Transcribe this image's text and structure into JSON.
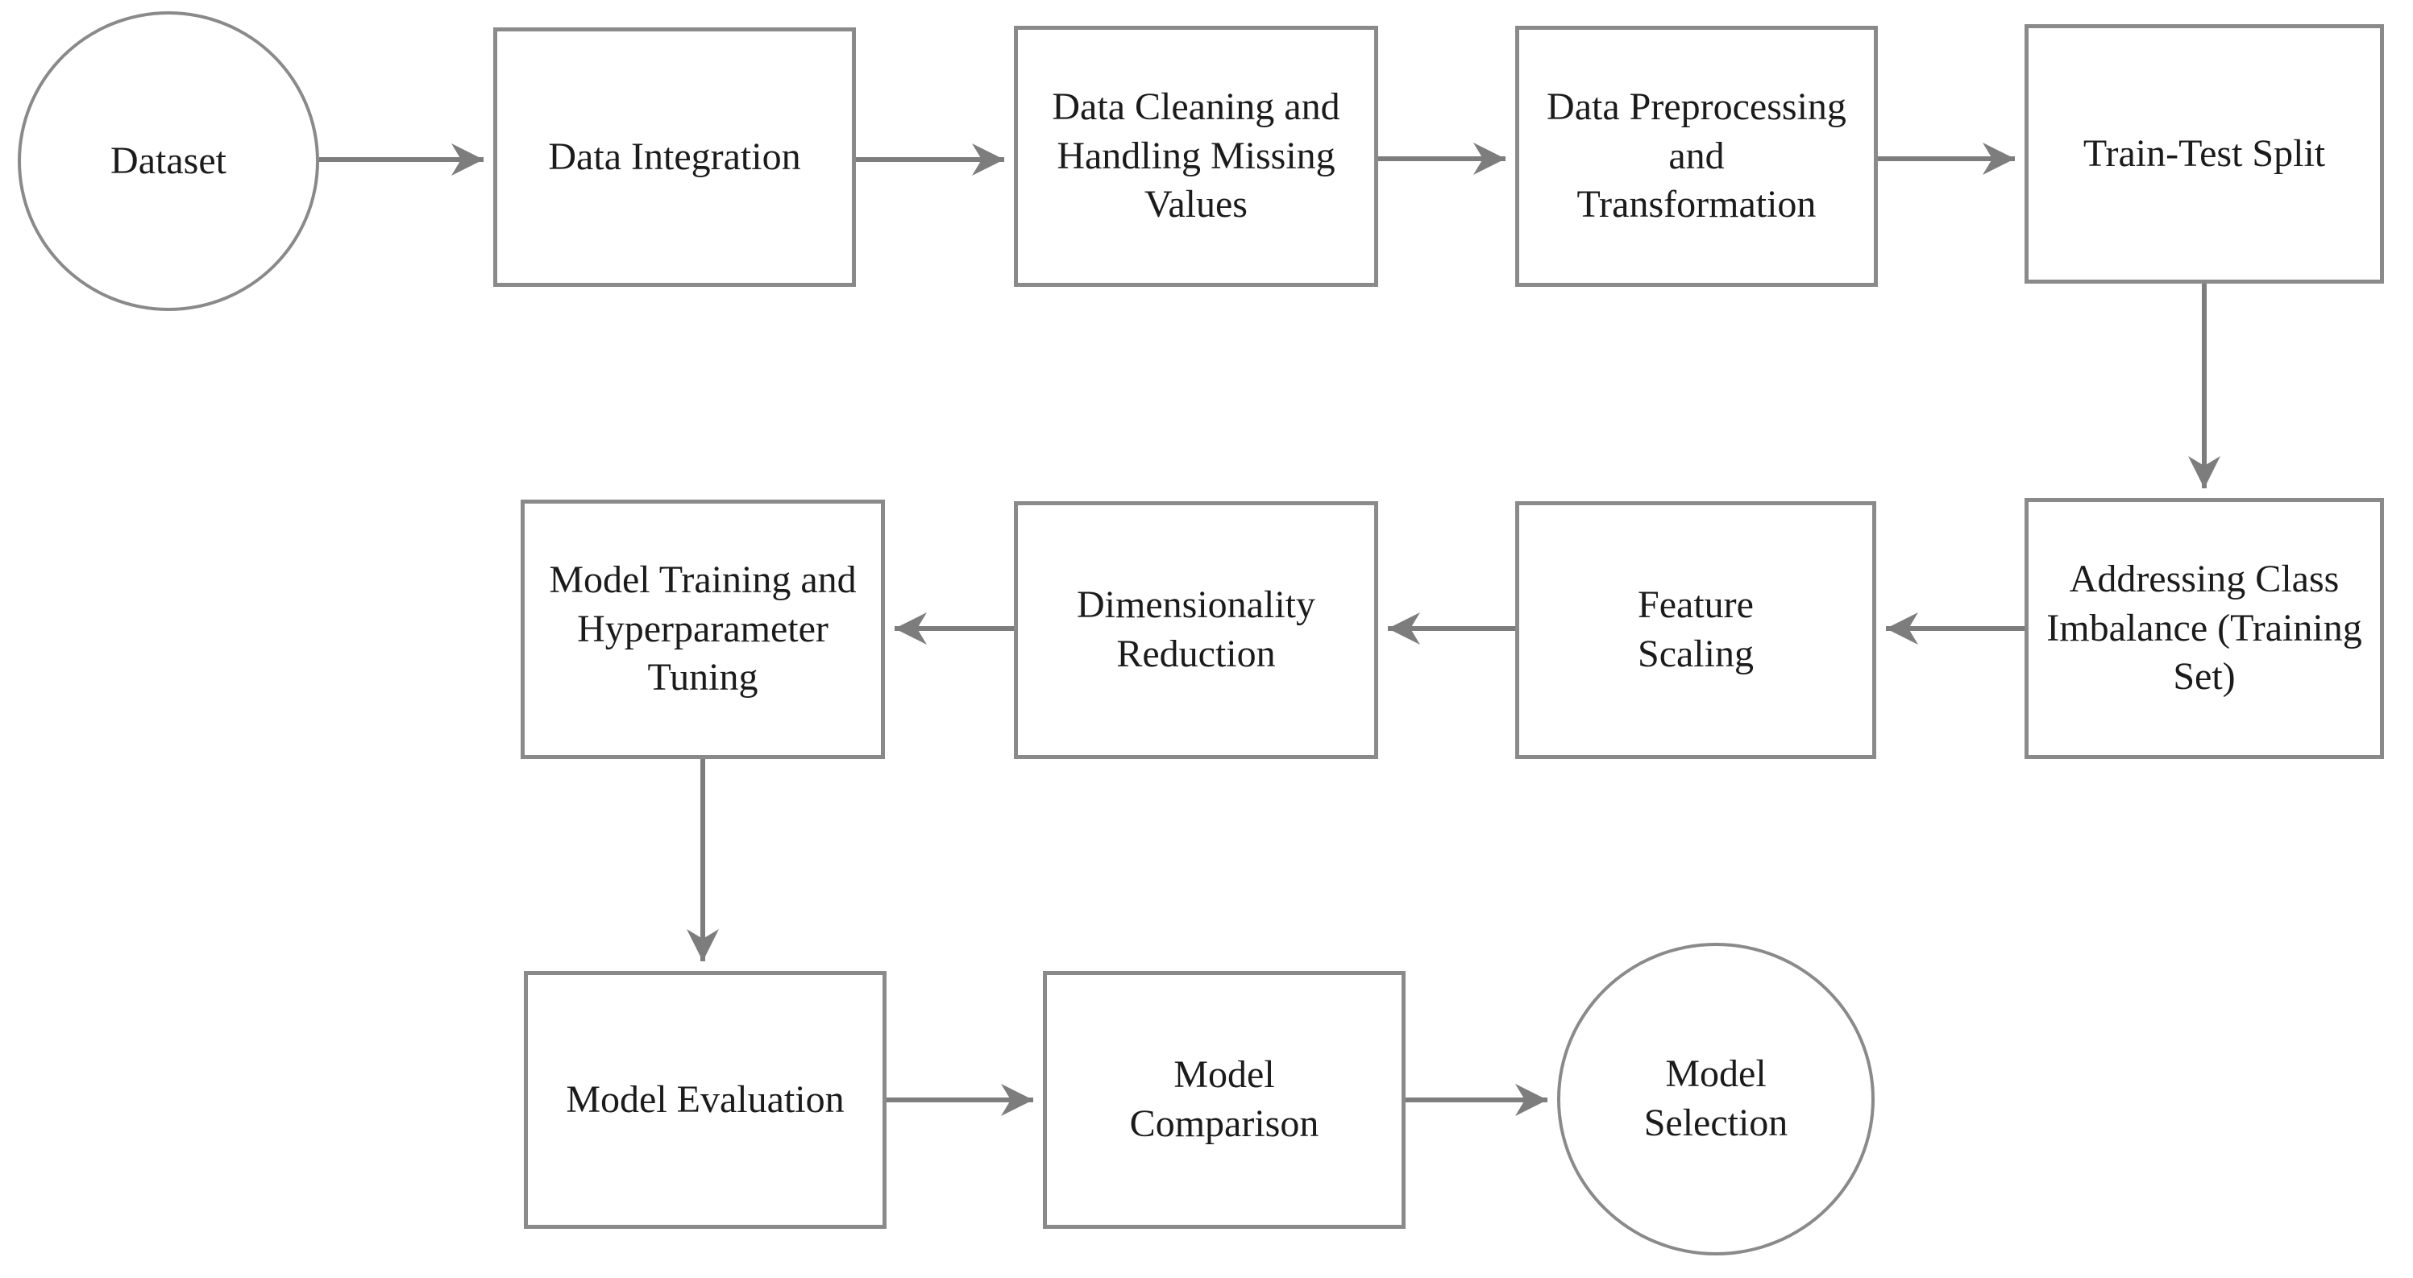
{
  "diagram": {
    "title": "Machine learning workflow flowchart",
    "background": "#ffffff",
    "colors": {
      "node_border": "#8a8a8a",
      "node_fill": "#ffffff",
      "arrow": "#7d7d7d",
      "text": "#1b1b1b"
    },
    "nodes": [
      {
        "id": "dataset",
        "shape": "ellipse",
        "label": "Dataset"
      },
      {
        "id": "data-integration",
        "shape": "rectangle",
        "label": "Data Integration"
      },
      {
        "id": "data-cleaning",
        "shape": "rectangle",
        "label": "Data Cleaning and\nHandling Missing\nValues"
      },
      {
        "id": "data-preprocessing",
        "shape": "rectangle",
        "label": "Data Preprocessing and\nTransformation"
      },
      {
        "id": "train-test-split",
        "shape": "rectangle",
        "label": "Train-Test Split"
      },
      {
        "id": "class-imbalance",
        "shape": "rectangle",
        "label": "Addressing Class\nImbalance (Training\nSet)"
      },
      {
        "id": "feature-scaling",
        "shape": "rectangle",
        "label": "Feature\nScaling"
      },
      {
        "id": "dimensionality-reduction",
        "shape": "rectangle",
        "label": "Dimensionality\nReduction"
      },
      {
        "id": "model-training",
        "shape": "rectangle",
        "label": "Model Training and\nHyperparameter\nTuning"
      },
      {
        "id": "model-evaluation",
        "shape": "rectangle",
        "label": "Model Evaluation"
      },
      {
        "id": "model-comparison",
        "shape": "rectangle",
        "label": "Model\nComparison"
      },
      {
        "id": "model-selection",
        "shape": "ellipse",
        "label": "Model\nSelection"
      }
    ],
    "edges": [
      {
        "from": "dataset",
        "to": "data-integration"
      },
      {
        "from": "data-integration",
        "to": "data-cleaning"
      },
      {
        "from": "data-cleaning",
        "to": "data-preprocessing"
      },
      {
        "from": "data-preprocessing",
        "to": "train-test-split"
      },
      {
        "from": "train-test-split",
        "to": "class-imbalance"
      },
      {
        "from": "class-imbalance",
        "to": "feature-scaling"
      },
      {
        "from": "feature-scaling",
        "to": "dimensionality-reduction"
      },
      {
        "from": "dimensionality-reduction",
        "to": "model-training"
      },
      {
        "from": "model-training",
        "to": "model-evaluation"
      },
      {
        "from": "model-evaluation",
        "to": "model-comparison"
      },
      {
        "from": "model-comparison",
        "to": "model-selection"
      }
    ]
  }
}
